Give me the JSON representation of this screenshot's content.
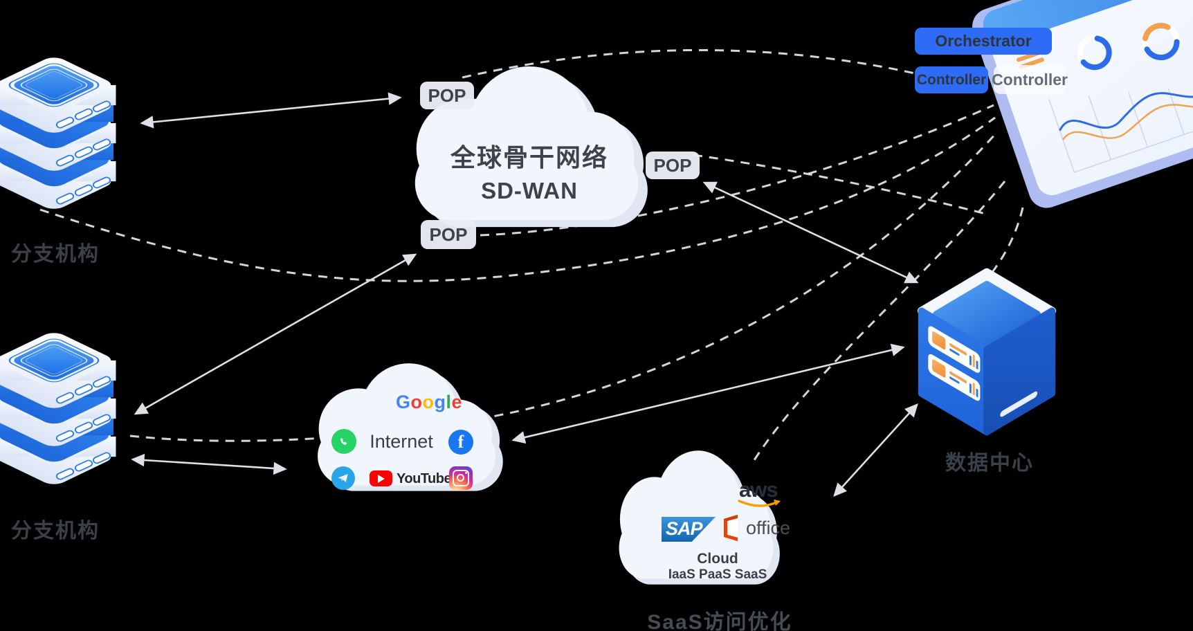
{
  "branch_top": {
    "label": "分支机构"
  },
  "branch_bottom": {
    "label": "分支机构"
  },
  "backbone_cloud": {
    "title_line1": "全球骨干网络",
    "title_line2": "SD-WAN"
  },
  "pop_labels": {
    "top": "POP",
    "right": "POP",
    "bottom": "POP"
  },
  "internet_cloud": {
    "label": "Internet",
    "google": {
      "letters": [
        {
          "ch": "G",
          "color": "#4285F4"
        },
        {
          "ch": "o",
          "color": "#EA4335"
        },
        {
          "ch": "o",
          "color": "#FBBC05"
        },
        {
          "ch": "g",
          "color": "#4285F4"
        },
        {
          "ch": "l",
          "color": "#34A853"
        },
        {
          "ch": "e",
          "color": "#EA4335"
        }
      ]
    },
    "youtube_label": "YouTube",
    "icon_names": [
      "whatsapp-icon",
      "facebook-icon",
      "telegram-icon",
      "youtube-icon",
      "instagram-icon"
    ]
  },
  "saas_cloud": {
    "aws_label": "aws",
    "sap_label": "SAP",
    "office_label": "office",
    "caption_line1": "Cloud",
    "caption_line2": "IaaS PaaS SaaS",
    "label": "SaaS访问优化"
  },
  "datacenter": {
    "label": "数据中心"
  },
  "dashboard": {
    "orchestrator_label": "Orchestrator",
    "controller_label": "Controller",
    "controller_ghost_label": "Controller",
    "badge_color": "#2D6CF6",
    "grid_colors": [
      "#3D79E8",
      "#0E2F6E",
      "#2E66DC",
      "#F4A95B",
      "#2E66DC",
      "#0E2F6E",
      "#2E66DC",
      "#0E2F6E",
      "#F4A95B"
    ]
  },
  "colors": {
    "line": "#DDE0E6",
    "cloud_fill": "#F1F5FC",
    "cloud_shadow": "#E1E7F2",
    "blue_accent": "#2B79EA",
    "orange_accent": "#F2A24E",
    "text_dark": "#3B4149"
  }
}
